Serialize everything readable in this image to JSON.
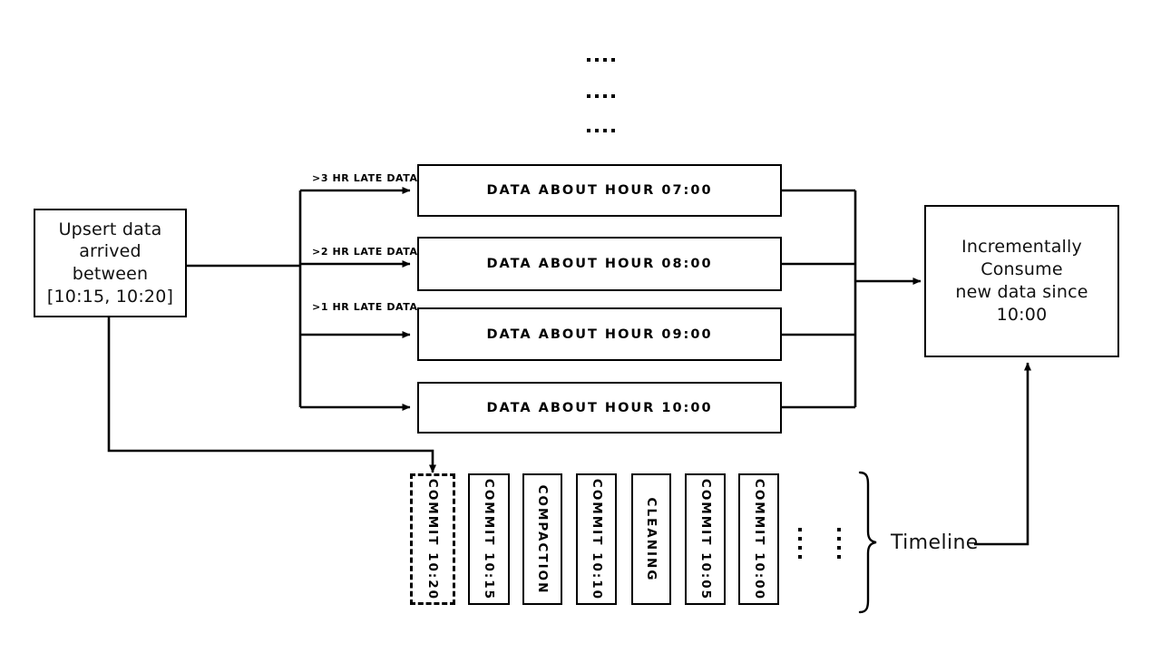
{
  "diagram": {
    "title_present": false,
    "colors": {
      "stroke": "#000000",
      "background": "#ffffff",
      "text": "#111111"
    },
    "source_node": {
      "line1": "Upsert data",
      "line2": "arrived between",
      "line3": "[10:15, 10:20]"
    },
    "sink_node": {
      "line1": "Incrementally Consume",
      "line2": "new data since 10:00"
    },
    "edge_labels": [
      ">3 HR LATE DATA",
      ">2 HR LATE DATA",
      ">1 HR LATE DATA"
    ],
    "hour_partitions": [
      {
        "label": "DATA ABOUT HOUR 07:00"
      },
      {
        "label": "DATA ABOUT HOUR 08:00"
      },
      {
        "label": "DATA ABOUT HOUR 09:00"
      },
      {
        "label": "DATA ABOUT HOUR 10:00"
      }
    ],
    "ellipsis_rows": [
      "....",
      "....",
      "...."
    ],
    "timeline": {
      "label": "Timeline",
      "instants": [
        {
          "label": "COMMIT 10:20",
          "style": "dashed"
        },
        {
          "label": "COMMIT 10:15",
          "style": "solid"
        },
        {
          "label": "COMPACTION",
          "style": "solid"
        },
        {
          "label": "COMMIT 10:10",
          "style": "solid"
        },
        {
          "label": "CLEANING",
          "style": "solid"
        },
        {
          "label": "COMMIT 10:05",
          "style": "solid"
        },
        {
          "label": "COMMIT 10:00",
          "style": "solid"
        }
      ],
      "continuation_marks": 2
    }
  }
}
